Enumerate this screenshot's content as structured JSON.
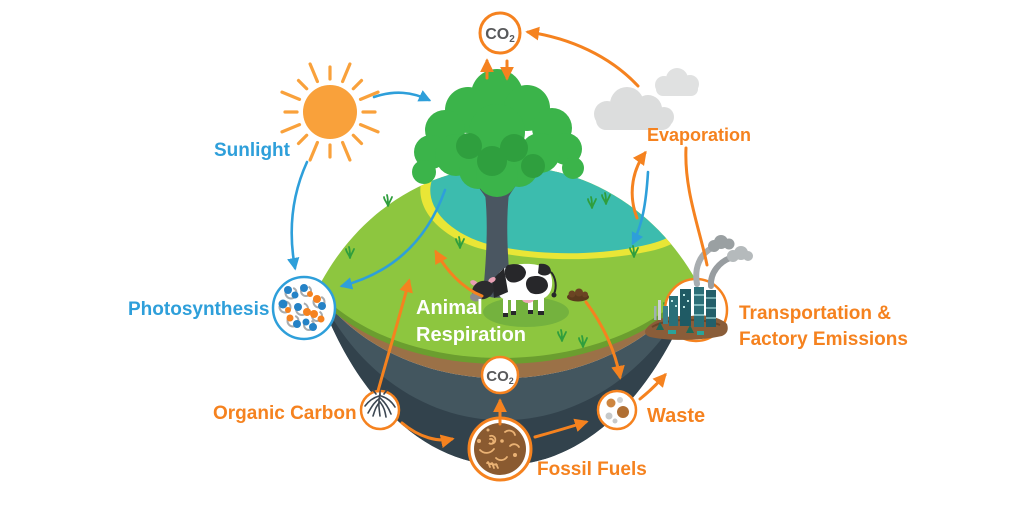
{
  "diagram": {
    "labels": {
      "sunlight": "Sunlight",
      "photosynthesis": "Photosynthesis",
      "organic_carbon": "Organic Carbon",
      "fossil_fuels": "Fossil Fuels",
      "waste": "Waste",
      "transportation_line1": "Transportation &",
      "transportation_line2": "Factory Emissions",
      "evaporation": "Evaporation",
      "animal_line1": "Animal",
      "animal_line2": "Respiration"
    },
    "co2_atmosphere": {
      "prefix": "CO",
      "sub": "2"
    },
    "co2_underground": {
      "prefix": "CO",
      "sub": "2"
    },
    "colors": {
      "orange": "#f5821f",
      "blue": "#2e9fda",
      "grass": "#8dc63f",
      "water": "#3cbcae",
      "soil": "#9b7147",
      "underground": "#43565f",
      "underground_dark": "#32424c",
      "co2_text": "#58595b",
      "sun": "#f9a13b",
      "cloud": "#dcdddd"
    }
  }
}
